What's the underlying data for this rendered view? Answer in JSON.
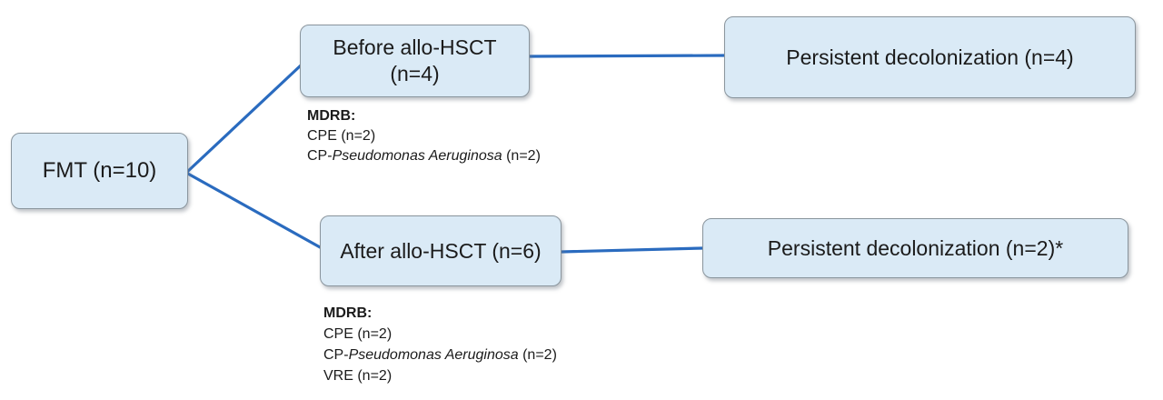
{
  "colors": {
    "box_fill": "#daeaf6",
    "box_border": "#8a959d",
    "connector_line": "#2a6bbf",
    "text": "#1b1b1b"
  },
  "nodes": {
    "fmt": {
      "label": "FMT (n=10)"
    },
    "before": {
      "line1": "Before allo-HSCT",
      "line2": "(n=4)"
    },
    "persistent_before": {
      "label": "Persistent decolonization (n=4)"
    },
    "after": {
      "label": "After allo-HSCT (n=6)"
    },
    "persistent_after": {
      "label": "Persistent decolonization (n=2)*"
    }
  },
  "annotations": {
    "before": {
      "heading": "MDRB:",
      "items": [
        {
          "pre": "CPE (n=2)",
          "italic": "",
          "post": ""
        },
        {
          "pre": "CP-",
          "italic": "Pseudomonas Aeruginosa",
          "post": " (n=2)"
        }
      ]
    },
    "after": {
      "heading": "MDRB:",
      "items": [
        {
          "pre": "CPE (n=2)",
          "italic": "",
          "post": ""
        },
        {
          "pre": "CP-",
          "italic": "Pseudomonas Aeruginosa",
          "post": " (n=2)"
        },
        {
          "pre": "VRE (n=2)",
          "italic": "",
          "post": ""
        }
      ]
    }
  }
}
